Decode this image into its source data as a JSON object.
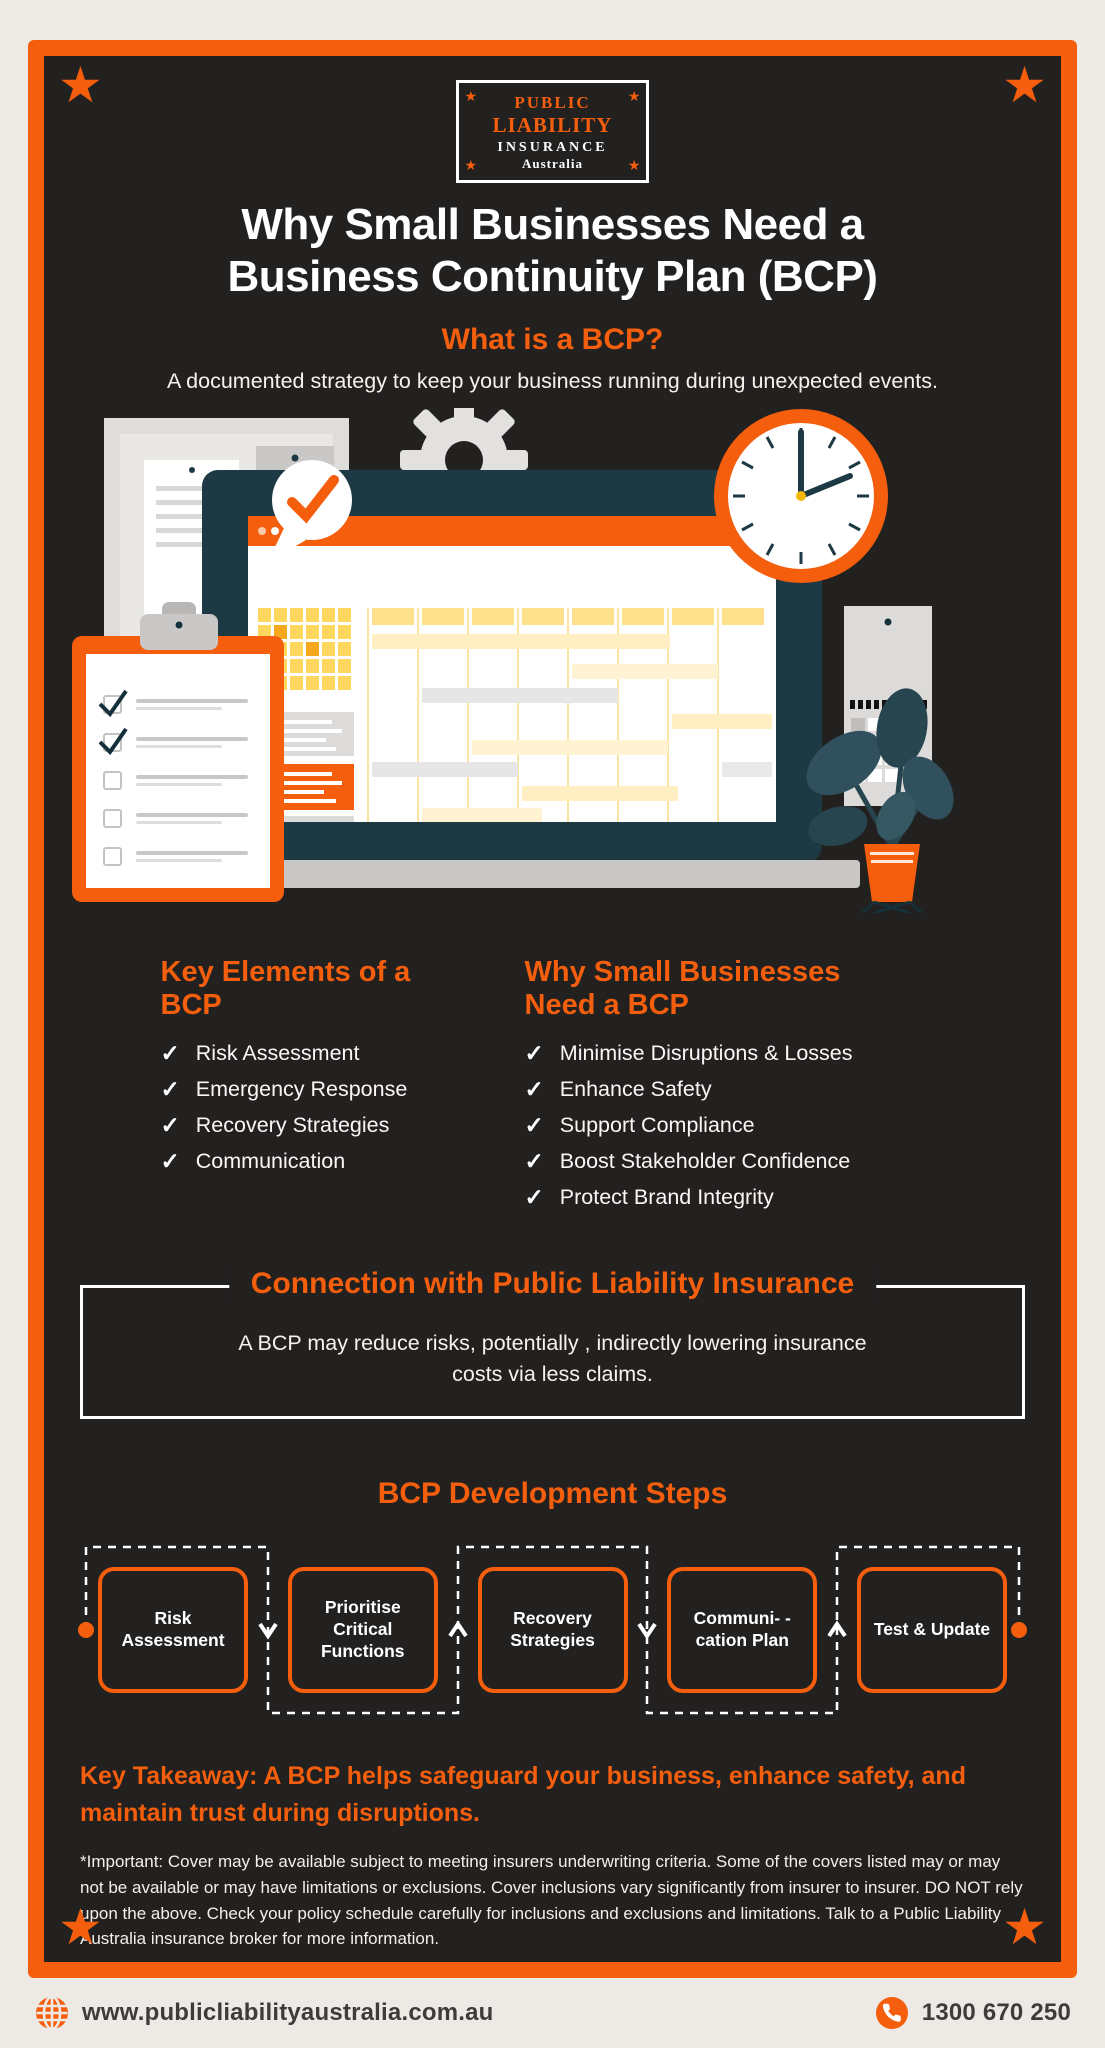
{
  "colors": {
    "accent": "#F45E0D",
    "dark_background": "#232120",
    "page_background": "#EDEAE6",
    "teal_illustration": "#1C3944",
    "yellow_illustration": "#FFD75E",
    "footer_text": "#3E3C3A"
  },
  "icons": {
    "check": "✓",
    "star": "★"
  },
  "logo": {
    "line1": "PUBLIC",
    "line2": "LIABILITY",
    "line3": "INSURANCE",
    "line4": "Australia"
  },
  "header": {
    "title": "Why Small Businesses Need a Business Continuity Plan (BCP)",
    "subtitle": "What is a BCP?",
    "description": "A documented strategy to keep your business running during unexpected events."
  },
  "illustration": {
    "description": "Laptop showing a project schedule, clipboard checklist, wall clock, gears, desk calendar and potted plant",
    "icon_names": [
      "monitor-icon",
      "gear-icon",
      "laptop-icon",
      "schedule-grid-icon",
      "clipboard-checklist-icon",
      "check-bubble-icon",
      "wall-clock-icon",
      "desk-calendar-icon",
      "plant-icon"
    ]
  },
  "key_elements": {
    "heading": "Key Elements of a BCP",
    "items": [
      "Risk Assessment",
      "Emergency Response",
      "Recovery Strategies",
      "Communication"
    ]
  },
  "why_need": {
    "heading": "Why Small Businesses Need a BCP",
    "items": [
      "Minimise Disruptions & Losses",
      "Enhance Safety",
      "Support Compliance",
      "Boost Stakeholder Confidence",
      "Protect Brand Integrity"
    ]
  },
  "connection": {
    "heading": "Connection with Public Liability Insurance",
    "body": "A BCP may reduce risks, potentially , indirectly lowering insurance costs via less claims."
  },
  "steps": {
    "heading": "BCP Development Steps",
    "items": [
      "Risk Assessment",
      "Prioritise Critical Functions",
      "Recovery Strategies",
      "Communi- -cation Plan",
      "Test & Update"
    ]
  },
  "takeaway": "Key Takeaway: A BCP helps safeguard your business, enhance safety, and maintain trust during disruptions.",
  "disclaimer": "*Important: Cover may be available subject to meeting insurers underwriting criteria. Some of the covers listed may or may not be available or may have limitations or exclusions. Cover inclusions vary significantly from insurer to insurer. DO NOT rely upon the above. Check your policy schedule carefully for inclusions and exclusions and limitations. Talk to a Public Liability Australia insurance broker for more information.",
  "footer": {
    "website": "www.publicliabilityaustralia.com.au",
    "phone": "1300 670 250"
  }
}
